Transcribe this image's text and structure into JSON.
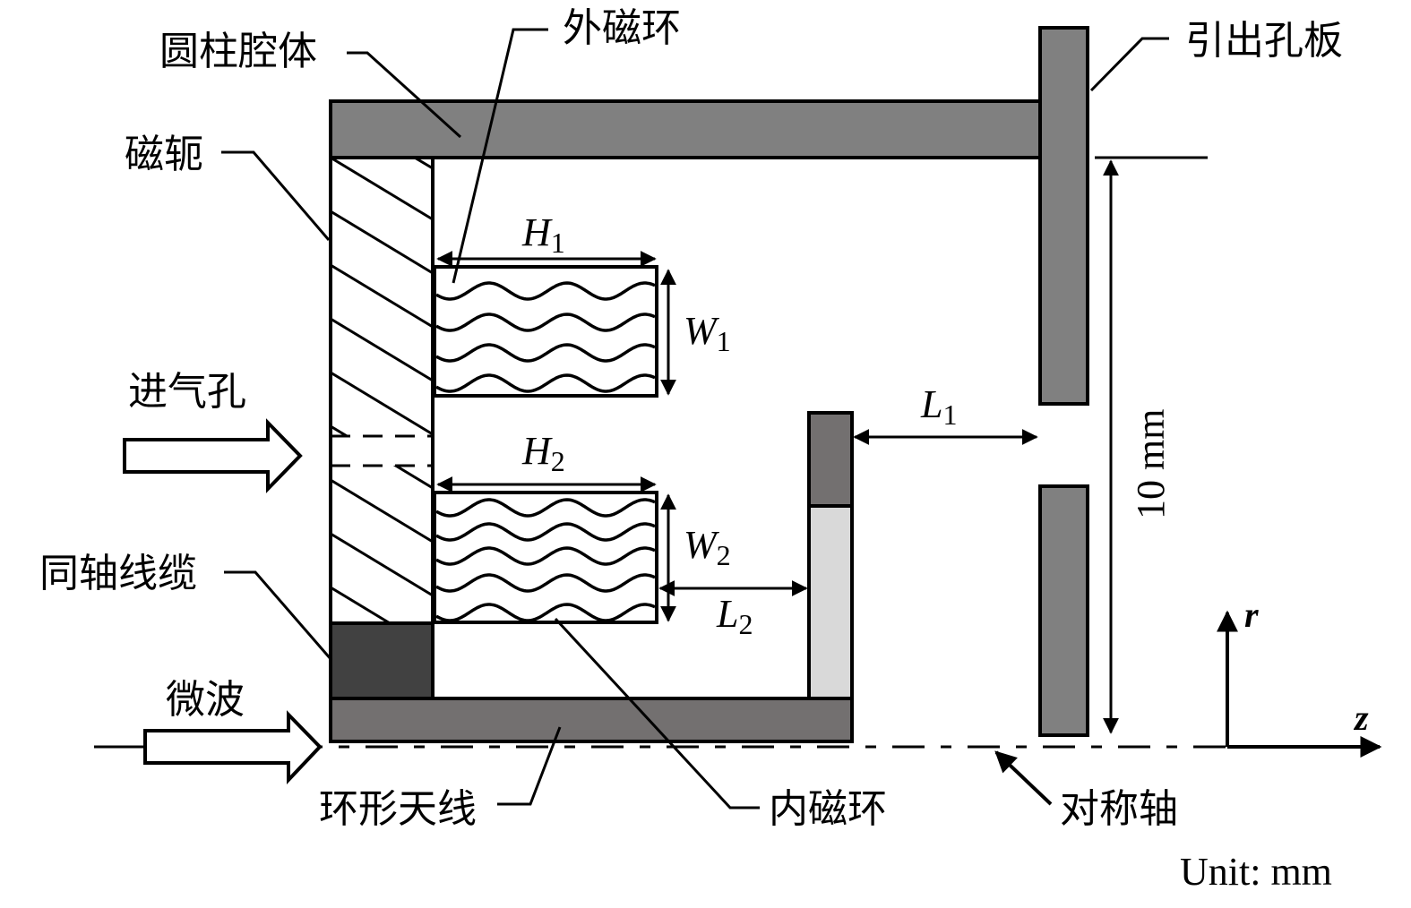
{
  "labels": {
    "cylinder_cavity": "圆柱腔体",
    "outer_magnet_ring": "外磁环",
    "extraction_plate": "引出孔板",
    "magnetic_yoke": "磁轭",
    "gas_inlet": "进气孔",
    "coaxial_cable": "同轴线缆",
    "microwave": "微波",
    "ring_antenna": "环形天线",
    "inner_magnet_ring": "内磁环",
    "symmetry_axis": "对称轴",
    "unit": "Unit: mm"
  },
  "dimensions": {
    "H1": {
      "main": "H",
      "sub": "1"
    },
    "H2": {
      "main": "H",
      "sub": "2"
    },
    "W1": {
      "main": "W",
      "sub": "1"
    },
    "W2": {
      "main": "W",
      "sub": "2"
    },
    "L1": {
      "main": "L",
      "sub": "1"
    },
    "L2": {
      "main": "L",
      "sub": "2"
    },
    "radius": "10 mm"
  },
  "axes": {
    "r": "r",
    "z": "z"
  },
  "colors": {
    "cavity": "#808080",
    "plate": "#808080",
    "antenna": "#737070",
    "coax": "#414141",
    "antenna_upper": "#737070",
    "antenna_lower": "#d9d9d9",
    "line": "#000000"
  }
}
